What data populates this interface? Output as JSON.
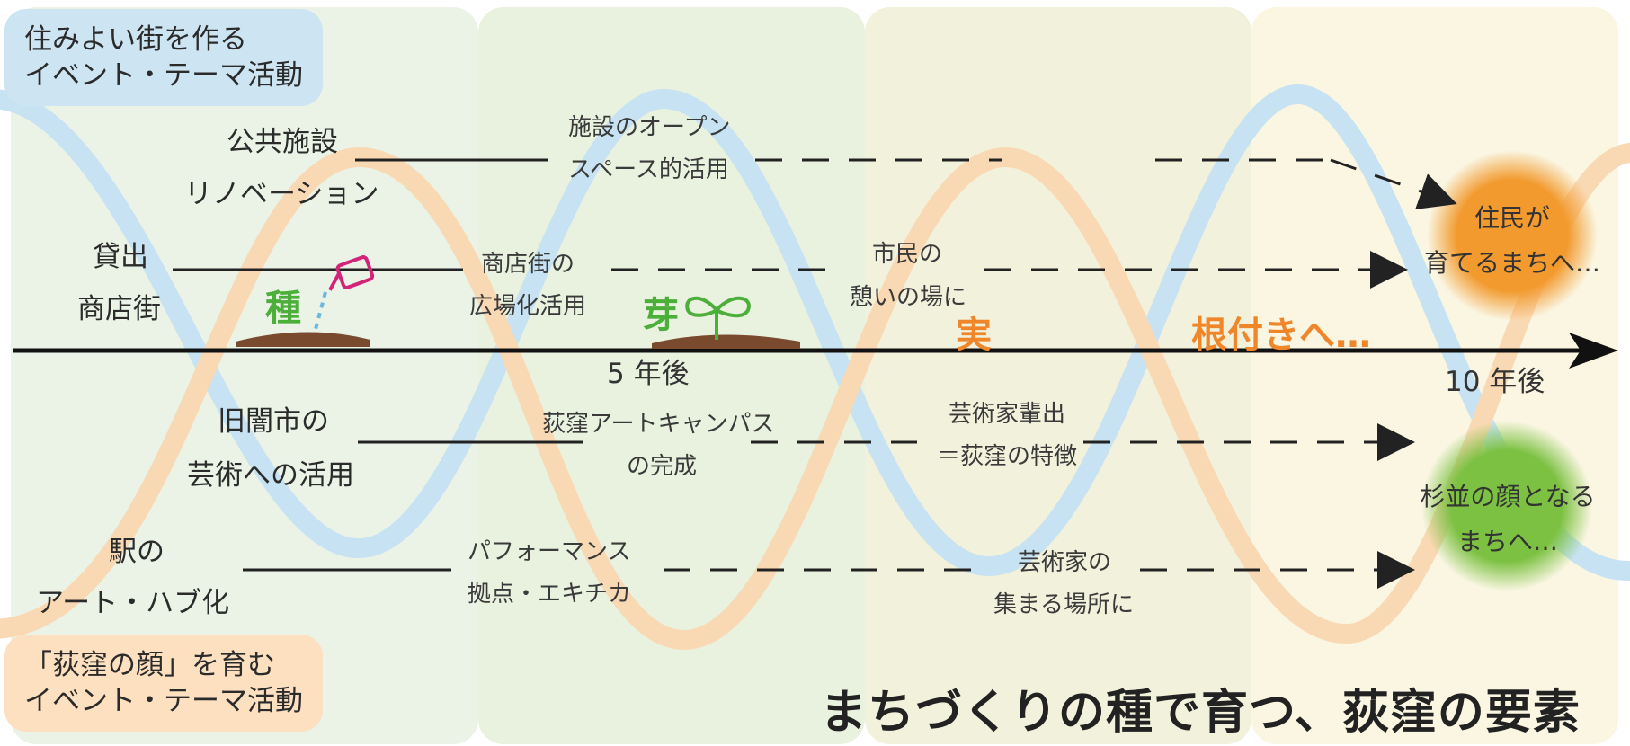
{
  "tags": {
    "top": {
      "line1": "住みよい街を作る",
      "line2": "イベント・テーマ活動",
      "color": "#cde5f3"
    },
    "bottom": {
      "line1": "「荻窪の顔」を育む",
      "line2": "イベント・テーマ活動",
      "color": "#fde0c0"
    }
  },
  "left_items": {
    "public_1": "公共施設",
    "public_2": "リノベーション",
    "lend_1": "貸出",
    "lend_2": "商店街",
    "market_1": "旧闇市の",
    "market_2": "芸術への活用",
    "station_1": "駅の",
    "station_2": "アート・ハブ化"
  },
  "mid_items": {
    "open_space_1": "施設のオープン",
    "open_space_2": "スペース的活用",
    "plaza_1": "商店街の",
    "plaza_2": "広場化活用",
    "citizens_1": "市民の",
    "citizens_2": "憩いの場に",
    "art_campus_1": "荻窪アートキャンパス",
    "art_campus_2": "の完成",
    "artists_1": "芸術家輩出",
    "artists_2": "＝荻窪の特徴",
    "perf_1": "パフォーマンス",
    "perf_2": "拠点・エキチカ",
    "gather_1": "芸術家の",
    "gather_2": "集まる場所に"
  },
  "stages": {
    "seed": "種",
    "sprout": "芽",
    "fruit": "実",
    "rooting": "根付きへ…"
  },
  "timeline": {
    "five": "5 年後",
    "ten": "10 年後"
  },
  "goals": {
    "residents_1": "住民が",
    "residents_2": "育てるまちへ…",
    "face_1": "杉並の顔となる",
    "face_2": "まちへ…"
  },
  "title": "まちづくりの種で育つ、荻窪の要素",
  "colors": {
    "blue_wave": "#c7e2f2",
    "orange_wave": "#f9d9b3",
    "orange_accent": "#f0862a",
    "green_accent": "#4caf3a",
    "goal_orange": "#f29a2e",
    "goal_green": "#7cc142",
    "watering_can": "#d4247a"
  }
}
